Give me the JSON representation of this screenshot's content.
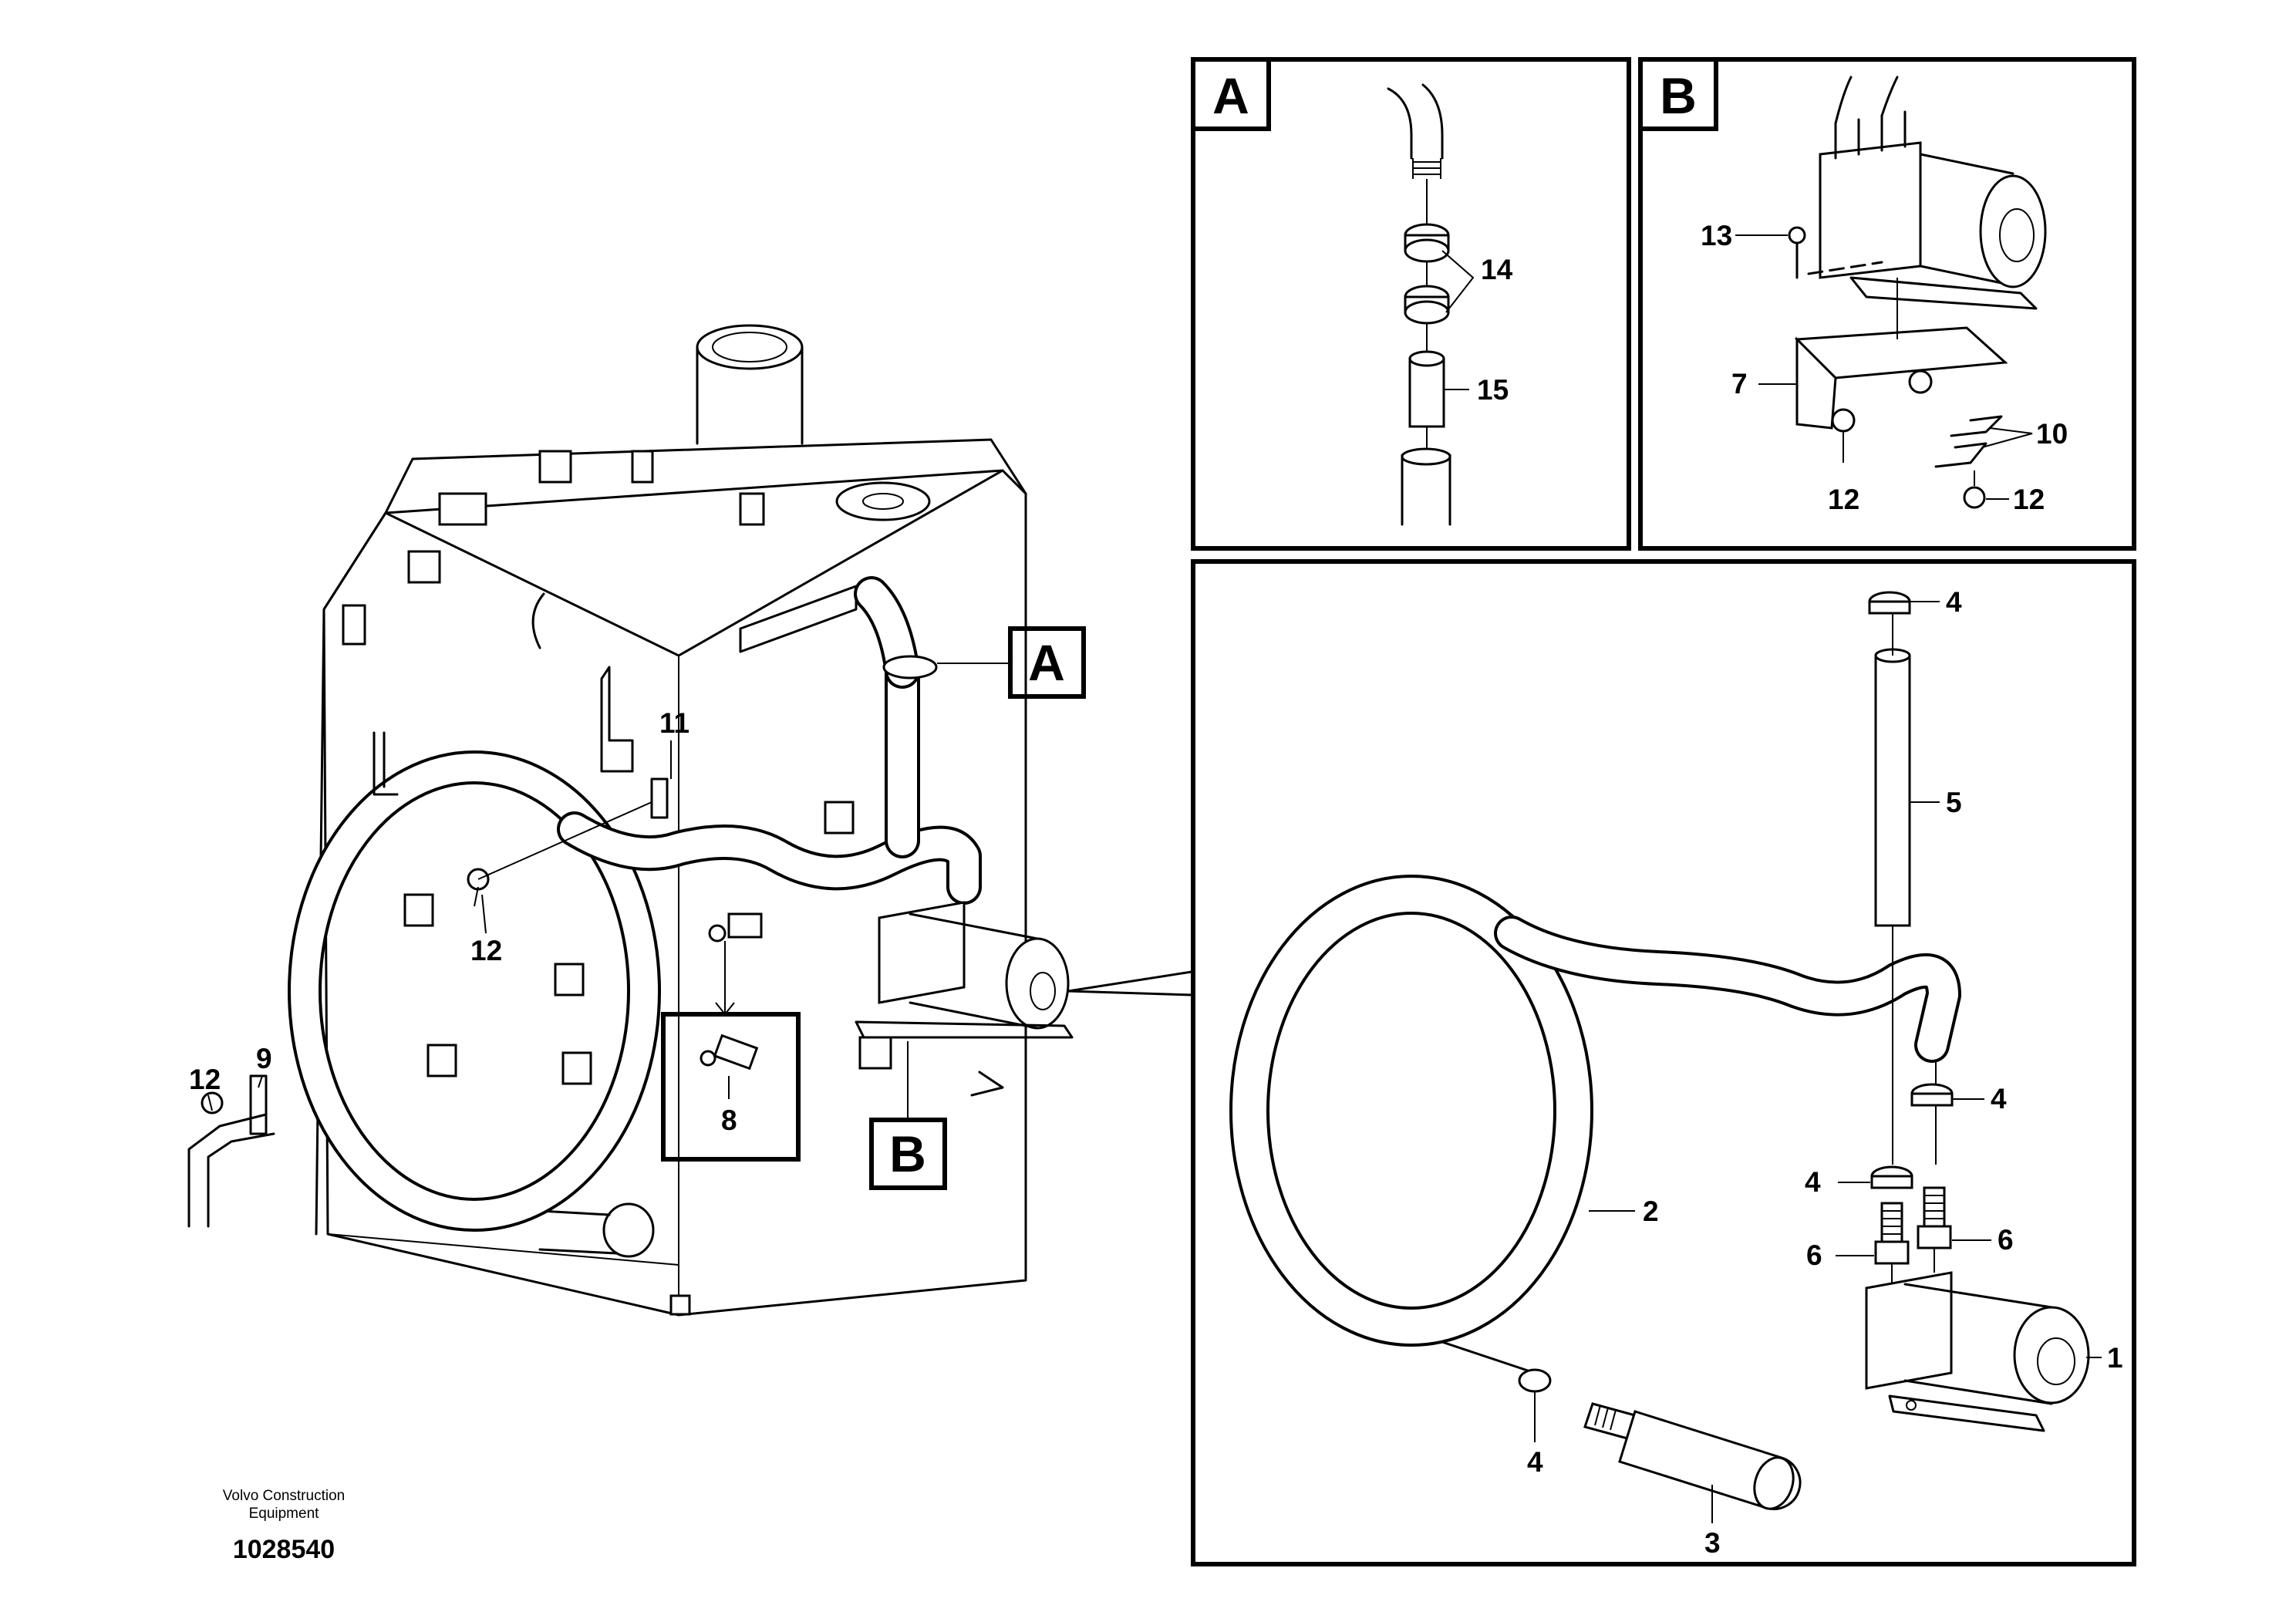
{
  "brand": {
    "line1": "Volvo Construction",
    "line2": "Equipment"
  },
  "drawing_number": "1028540",
  "detail_labels": {
    "a": "A",
    "b": "B"
  },
  "callouts": {
    "main_11": "11",
    "main_12a": "12",
    "main_12b": "12",
    "main_9": "9",
    "main_8": "8",
    "a_14": "14",
    "a_15": "15",
    "b_13": "13",
    "b_7": "7",
    "b_10": "10",
    "b_12a": "12",
    "b_12b": "12",
    "c_4a": "4",
    "c_5": "5",
    "c_4b": "4",
    "c_4c": "4",
    "c_6a": "6",
    "c_6b": "6",
    "c_2": "2",
    "c_1": "1",
    "c_4d": "4",
    "c_3": "3"
  }
}
